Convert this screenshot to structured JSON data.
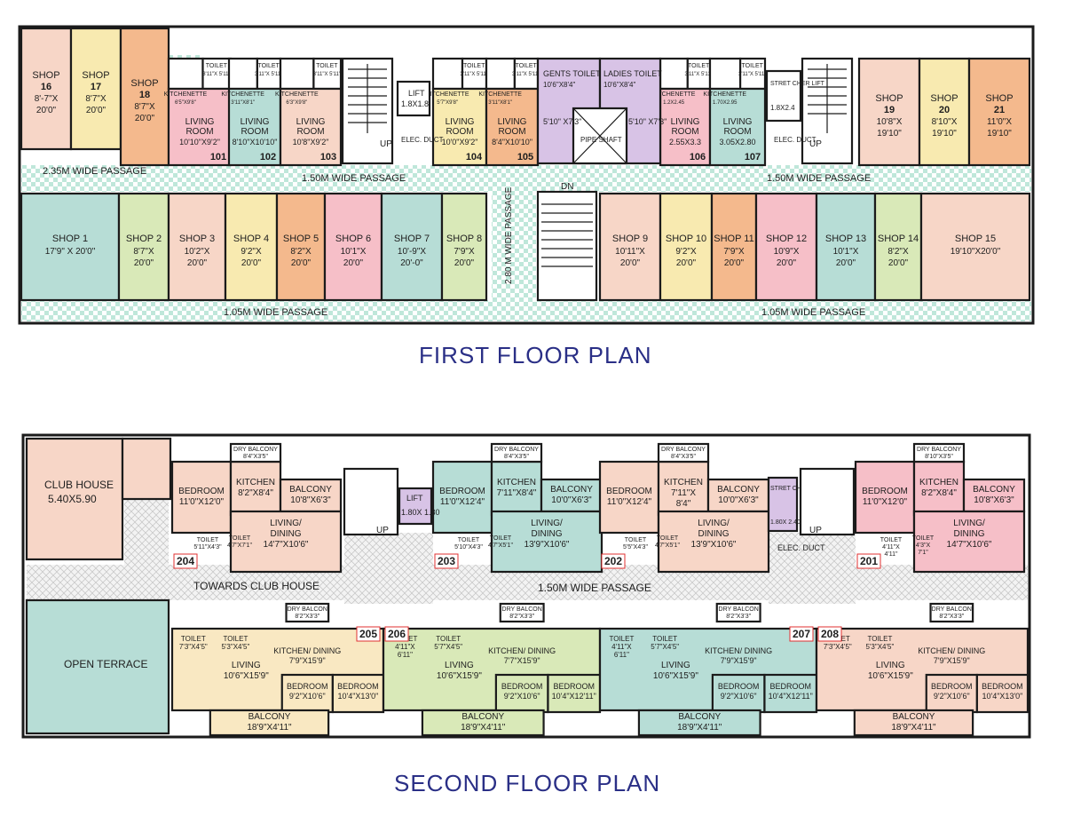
{
  "titles": {
    "first_floor": "FIRST FLOOR PLAN",
    "second_floor": "SECOND FLOOR PLAN"
  },
  "colors": {
    "peach": "#f7d6c7",
    "yellow": "#f8eab0",
    "orange": "#f4b98d",
    "green": "#d9e9b8",
    "teal": "#b7ddd6",
    "pink": "#f6bfc8",
    "lavender": "#d8c3e6",
    "cream": "#f9e8c2",
    "checker": "#cfeee3",
    "gray_checker": "#dcdcdc",
    "title_blue": "#2a2f86",
    "label_red": "#e03030"
  },
  "first_floor": {
    "passages": {
      "left_wide": "2.35M WIDE PASSAGE",
      "mid_left": "1.50M WIDE PASSAGE",
      "mid_right": "1.50M WIDE PASSAGE",
      "bottom_left": "1.05M WIDE PASSAGE",
      "bottom_right": "1.05M WIDE PASSAGE",
      "center_vertical": "2.80 M WIDE PASSAGE"
    },
    "shops": [
      {
        "name": "SHOP",
        "num": "16",
        "size1": "8'-7\"X",
        "size2": "20'0\""
      },
      {
        "name": "SHOP",
        "num": "17",
        "size1": "8'7\"X",
        "size2": "20'0\""
      },
      {
        "name": "SHOP",
        "num": "18",
        "size1": "8'7\"X",
        "size2": "20'0\""
      },
      {
        "name": "SHOP",
        "num": "19",
        "size1": "10'8\"X",
        "size2": "19'10\""
      },
      {
        "name": "SHOP",
        "num": "20",
        "size1": "8'10\"X",
        "size2": "19'10\""
      },
      {
        "name": "SHOP",
        "num": "21",
        "size1": "11'0\"X",
        "size2": "19'10\""
      },
      {
        "name": "SHOP",
        "num": "1",
        "size1": "17'9\" X 20'0\"",
        "size2": ""
      },
      {
        "name": "SHOP",
        "num": "2",
        "size1": "8'7\"X",
        "size2": "20'0\""
      },
      {
        "name": "SHOP",
        "num": "3",
        "size1": "10'2\"X",
        "size2": "20'0\""
      },
      {
        "name": "SHOP",
        "num": "4",
        "size1": "9'2\"X",
        "size2": "20'0\""
      },
      {
        "name": "SHOP",
        "num": "5",
        "size1": "8'2\"X",
        "size2": "20'0\""
      },
      {
        "name": "SHOP",
        "num": "6",
        "size1": "10'1\"X",
        "size2": "20'0\""
      },
      {
        "name": "SHOP",
        "num": "7",
        "size1": "10'-9\"X",
        "size2": "20'-0\""
      },
      {
        "name": "SHOP",
        "num": "8",
        "size1": "7'9\"X",
        "size2": "20'0\""
      },
      {
        "name": "SHOP",
        "num": "9",
        "size1": "10'11\"X",
        "size2": "20'0\""
      },
      {
        "name": "SHOP",
        "num": "10",
        "size1": "9'2\"X",
        "size2": "20'0\""
      },
      {
        "name": "SHOP",
        "num": "11",
        "size1": "7'9\"X",
        "size2": "20'0\""
      },
      {
        "name": "SHOP",
        "num": "12",
        "size1": "10'9\"X",
        "size2": "20'0\""
      },
      {
        "name": "SHOP",
        "num": "13",
        "size1": "10'1\"X",
        "size2": "20'0\""
      },
      {
        "name": "SHOP",
        "num": "14",
        "size1": "8'2\"X",
        "size2": "20'0\""
      },
      {
        "name": "SHOP",
        "num": "15",
        "size1": "19'10\"X20'0\"",
        "size2": ""
      }
    ],
    "units": [
      {
        "num": "101",
        "kitchen_label": "KITCHENETTE",
        "kitchen_size": "6'5\"X9'8\"",
        "toilet_label": "TOILET",
        "toilet_size": "3'11\"X 5'11\"",
        "living_label": "LIVING ROOM",
        "living_size": "10'10\"X9'2\""
      },
      {
        "num": "102",
        "kitchen_label": "KITCHENETTE",
        "kitchen_size": "3'11\"X8'1\"",
        "toilet_label": "TOILET",
        "toilet_size": "3'11\"X 5'11\"",
        "living_label": "LIVING ROOM",
        "living_size": "8'10\"X10'10\""
      },
      {
        "num": "103",
        "kitchen_label": "KITCHENETTE",
        "kitchen_size": "6'3\"X9'8\"",
        "toilet_label": "TOILET",
        "toilet_size": "3'11\"X 5'11\"",
        "living_label": "LIVING ROOM",
        "living_size": "10'8\"X9'2\""
      },
      {
        "num": "104",
        "kitchen_label": "KITCHENETTE",
        "kitchen_size": "5'7\"X9'8\"",
        "toilet_label": "TOILET",
        "toilet_size": "3'11\"X 5'11\"",
        "living_label": "LIVING ROOM",
        "living_size": "10'0\"X9'2\""
      },
      {
        "num": "105",
        "kitchen_label": "KITCHENETTE",
        "kitchen_size": "3'11\"X8'1\"",
        "toilet_label": "TOILET",
        "toilet_size": "3'11\"X 5'11\"",
        "living_label": "LIVING ROOM",
        "living_size": "8'4\"X10'10\""
      },
      {
        "num": "106",
        "kitchen_label": "KITCHENETTE",
        "kitchen_size": "1.2X2.45",
        "toilet_label": "TOILET",
        "toilet_size": "3'11\"X 5'11\"",
        "living_label": "LIVING ROOM",
        "living_size": "2.55X3.3"
      },
      {
        "num": "107",
        "kitchen_label": "KITCHENETTE",
        "kitchen_size": "1.70X2.95",
        "toilet_label": "TOILET",
        "toilet_size": "3'11\"X 5'11\"",
        "living_label": "LIVING ROOM",
        "living_size": "3.05X2.80"
      }
    ],
    "gents_toilet": {
      "label": "GENTS TOILET",
      "size": "10'6\"X8'4\"",
      "size2": "5'10\" X7'3\""
    },
    "ladies_toilet": {
      "label": "LADIES TOILET",
      "size": "10'6\"X8'4\"",
      "size2": "5'10\" X7'3\""
    },
    "pipe_shaft": "PIPE SHAFT",
    "lift": {
      "label": "LIFT",
      "size": "1.8X1.8"
    },
    "stretcher_lift": {
      "label": "STRET CHER LIFT",
      "size": "1.8X2.4"
    },
    "elec_duct": "ELEC. DUCT",
    "up": "UP",
    "dn": "DN"
  },
  "second_floor": {
    "club_house": {
      "label": "CLUB HOUSE",
      "size": "5.40X5.90"
    },
    "open_terrace": "OPEN TERRACE",
    "towards_club_house": "TOWARDS CLUB HOUSE",
    "passage": "1.50M WIDE PASSAGE",
    "lift": {
      "label": "LIFT",
      "size": "1.80X 1.80"
    },
    "stretcher_lift": {
      "label": "STRET CHER LIFT",
      "size": "1.80X 2.40"
    },
    "elec_duct": "ELEC. DUCT",
    "up": "UP",
    "units": [
      {
        "num": "204",
        "bedroom": "BEDROOM 11'0\"X12'0\"",
        "kitchen": "KITCHEN 8'2\"X8'4\"",
        "balcony": "BALCONY 10'8\"X6'3\"",
        "living": "LIVING/ DINING 14'7\"X10'6\"",
        "dry_balcony": "DRY BALCONY 8'4\"X3'5\"",
        "toilet1": "TOILET 5'11\"X4'3\"",
        "toilet2": "TOILET 4'7\"X7'1\""
      },
      {
        "num": "203",
        "bedroom": "BEDROOM 11'0\"X12'4\"",
        "kitchen": "KITCHEN 7'11\"X8'4\"",
        "balcony": "BALCONY 10'0\"X6'3\"",
        "living": "LIVING/ DINING 13'9\"X10'6\"",
        "dry_balcony": "DRY BALCONY 8'4\"X3'5\"",
        "toilet1": "TOILET 5'10\"X4'3\"",
        "toilet2": "TOILET 4'7\"X5'1\""
      },
      {
        "num": "202",
        "bedroom": "BEDROOM 11'0\"X12'4\"",
        "kitchen": "KITCHEN 7'11\"X 8'4\"",
        "balcony": "BALCONY 10'0\"X6'3\"",
        "living": "LIVING/ DINING 13'9\"X10'6\"",
        "dry_balcony": "DRY BALCONY 8'4\"X3'5\"",
        "toilet1": "TOILET 5'5\"X4'3\"",
        "toilet2": "TOILET 4'7\"X5'1\""
      },
      {
        "num": "201",
        "bedroom": "BEDROOM 11'0\"X12'0\"",
        "kitchen": "KITCHEN 8'2\"X8'4\"",
        "balcony": "BALCONY 10'8\"X6'3\"",
        "living": "LIVING/ DINING 14'7\"X10'6\"",
        "dry_balcony": "DRY BALCONY 8'10\"X3'5\"",
        "toilet1": "TOILET 4'11\"X 4'11\"",
        "toilet2": "TOILET 4'3\"X 7'1\""
      },
      {
        "num": "205",
        "bedroom1": "BEDROOM 10'4\"X13'0\"",
        "bedroom2": "BEDROOM 9'2\"X10'6\"",
        "kitchen": "KITCHEN/ DINING 7'9\"X15'9\"",
        "living": "LIVING 10'6\"X15'9\"",
        "balcony": "BALCONY 18'9\"X4'11\"",
        "dry_balcony": "DRY BALCON 8'2\"X3'3\"",
        "toilet1": "TOILET 7'3\"X4'5\"",
        "toilet2": "TOILET 5'3\"X4'5\""
      },
      {
        "num": "206",
        "bedroom1": "BEDROOM 10'4\"X12'11\"",
        "bedroom2": "BEDROOM 9'2\"X10'6\"",
        "kitchen": "KITCHEN/ DINING 7'7\"X15'9\"",
        "living": "LIVING 10'6\"X15'9\"",
        "balcony": "BALCONY 18'9\"X4'11\"",
        "dry_balcony": "DRY BALCON 8'2\"X3'3\"",
        "toilet1": "TOILET 4'11\"X 6'11\"",
        "toilet2": "TOILET 5'7\"X4'5\""
      },
      {
        "num": "207",
        "bedroom1": "BEDROOM 10'4\"X12'11\"",
        "bedroom2": "BEDROOM 9'2\"X10'6\"",
        "kitchen": "KITCHEN/ DINING 7'9\"X15'9\"",
        "living": "LIVING 10'6\"X15'9\"",
        "balcony": "BALCONY 18'9\"X4'11\"",
        "dry_balcony": "DRY BALCON 8'2\"X3'3\"",
        "toilet1": "TOILET 4'11\"X 6'11\"",
        "toilet2": "TOILET 5'7\"X4'5\""
      },
      {
        "num": "208",
        "bedroom1": "BEDROOM 10'4\"X13'0\"",
        "bedroom2": "BEDROOM 9'2\"X10'6\"",
        "kitchen": "KITCHEN/ DINING 7'9\"X15'9\"",
        "living": "LIVING 10'6\"X15'9\"",
        "balcony": "BALCONY 18'9\"X4'11\"",
        "dry_balcony": "DRY BALCON 8'2\"X3'3\"",
        "toilet1": "TOILET 7'3\"X4'5\"",
        "toilet2": "TOILET 5'3\"X4'5\""
      }
    ]
  }
}
